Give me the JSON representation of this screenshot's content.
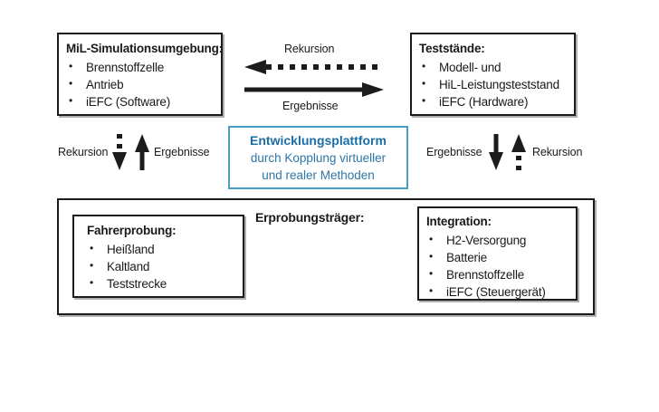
{
  "diagram": {
    "title": "Entwicklungsplattform Diagramm",
    "colors": {
      "stroke": "#1c1c1c",
      "background": "#ffffff",
      "accent_border": "#4a9cc0",
      "accent_title": "#1a6ea8",
      "accent_text": "#2e76a6"
    },
    "boxes": {
      "mil": {
        "title": "MiL-Simulationsumgebung:",
        "items": [
          "Brennstoffzelle",
          "Antrieb",
          "iEFC (Software)"
        ]
      },
      "teststaende": {
        "title": "Teststände:",
        "items": [
          "Modell- und",
          "HiL-Leistungsteststand",
          "iEFC (Hardware)"
        ]
      },
      "platform": {
        "title": "Entwicklungsplattform",
        "subtitle_line1": "durch Kopplung virtueller",
        "subtitle_line2": "und realer Methoden"
      },
      "erprobungstraeger": {
        "label": "Erprobungsträger:"
      },
      "fahrerprobung": {
        "title": "Fahrerprobung:",
        "items": [
          "Heißland",
          "Kaltland",
          "Teststrecke"
        ]
      },
      "integration": {
        "title": "Integration:",
        "items": [
          "H2-Versorgung",
          "Batterie",
          "Brennstoffzelle",
          "iEFC (Steuergerät)"
        ]
      }
    },
    "connectors": {
      "top": {
        "rekursion_label": "Rekursion",
        "rekursion_style": "dotted",
        "rekursion_direction": "left",
        "ergebnisse_label": "Ergebnisse",
        "ergebnisse_style": "solid",
        "ergebnisse_direction": "right"
      },
      "left": {
        "rekursion_label": "Rekursion",
        "rekursion_style": "dotted",
        "rekursion_direction": "down",
        "ergebnisse_label": "Ergebnisse",
        "ergebnisse_style": "solid",
        "ergebnisse_direction": "up"
      },
      "right": {
        "ergebnisse_label": "Ergebnisse",
        "ergebnisse_style": "solid",
        "ergebnisse_direction": "down",
        "rekursion_label": "Rekursion",
        "rekursion_style": "dotted",
        "rekursion_direction": "up"
      }
    }
  }
}
